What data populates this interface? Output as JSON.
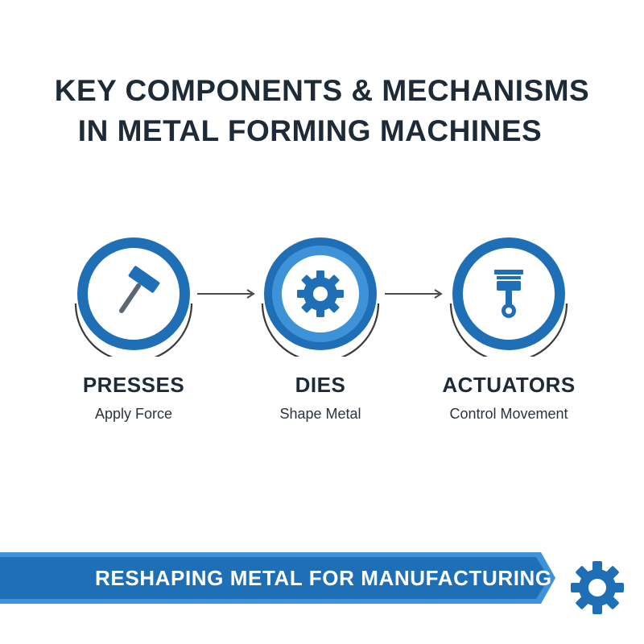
{
  "title": {
    "line1": "KEY COMPONENTS & MECHANISMS",
    "line2": "IN METAL FORMING MACHINES"
  },
  "components": [
    {
      "title": "PRESSES",
      "subtitle": "Apply Force",
      "icon": "hammer-icon"
    },
    {
      "title": "DIES",
      "subtitle": "Shape Metal",
      "icon": "gear-icon"
    },
    {
      "title": "ACTUATORS",
      "subtitle": "Control Movement",
      "icon": "piston-icon"
    }
  ],
  "banner": {
    "text": "RESHAPING METAL FOR MANUFACTURING"
  },
  "corner_icon": "gear-icon",
  "colors": {
    "primary_blue": "#1f6fb6",
    "light_blue": "#3d92d8",
    "dark_text": "#1e2a36",
    "icon_gray": "#5b6670",
    "arc_gray": "#3a3a3a"
  }
}
